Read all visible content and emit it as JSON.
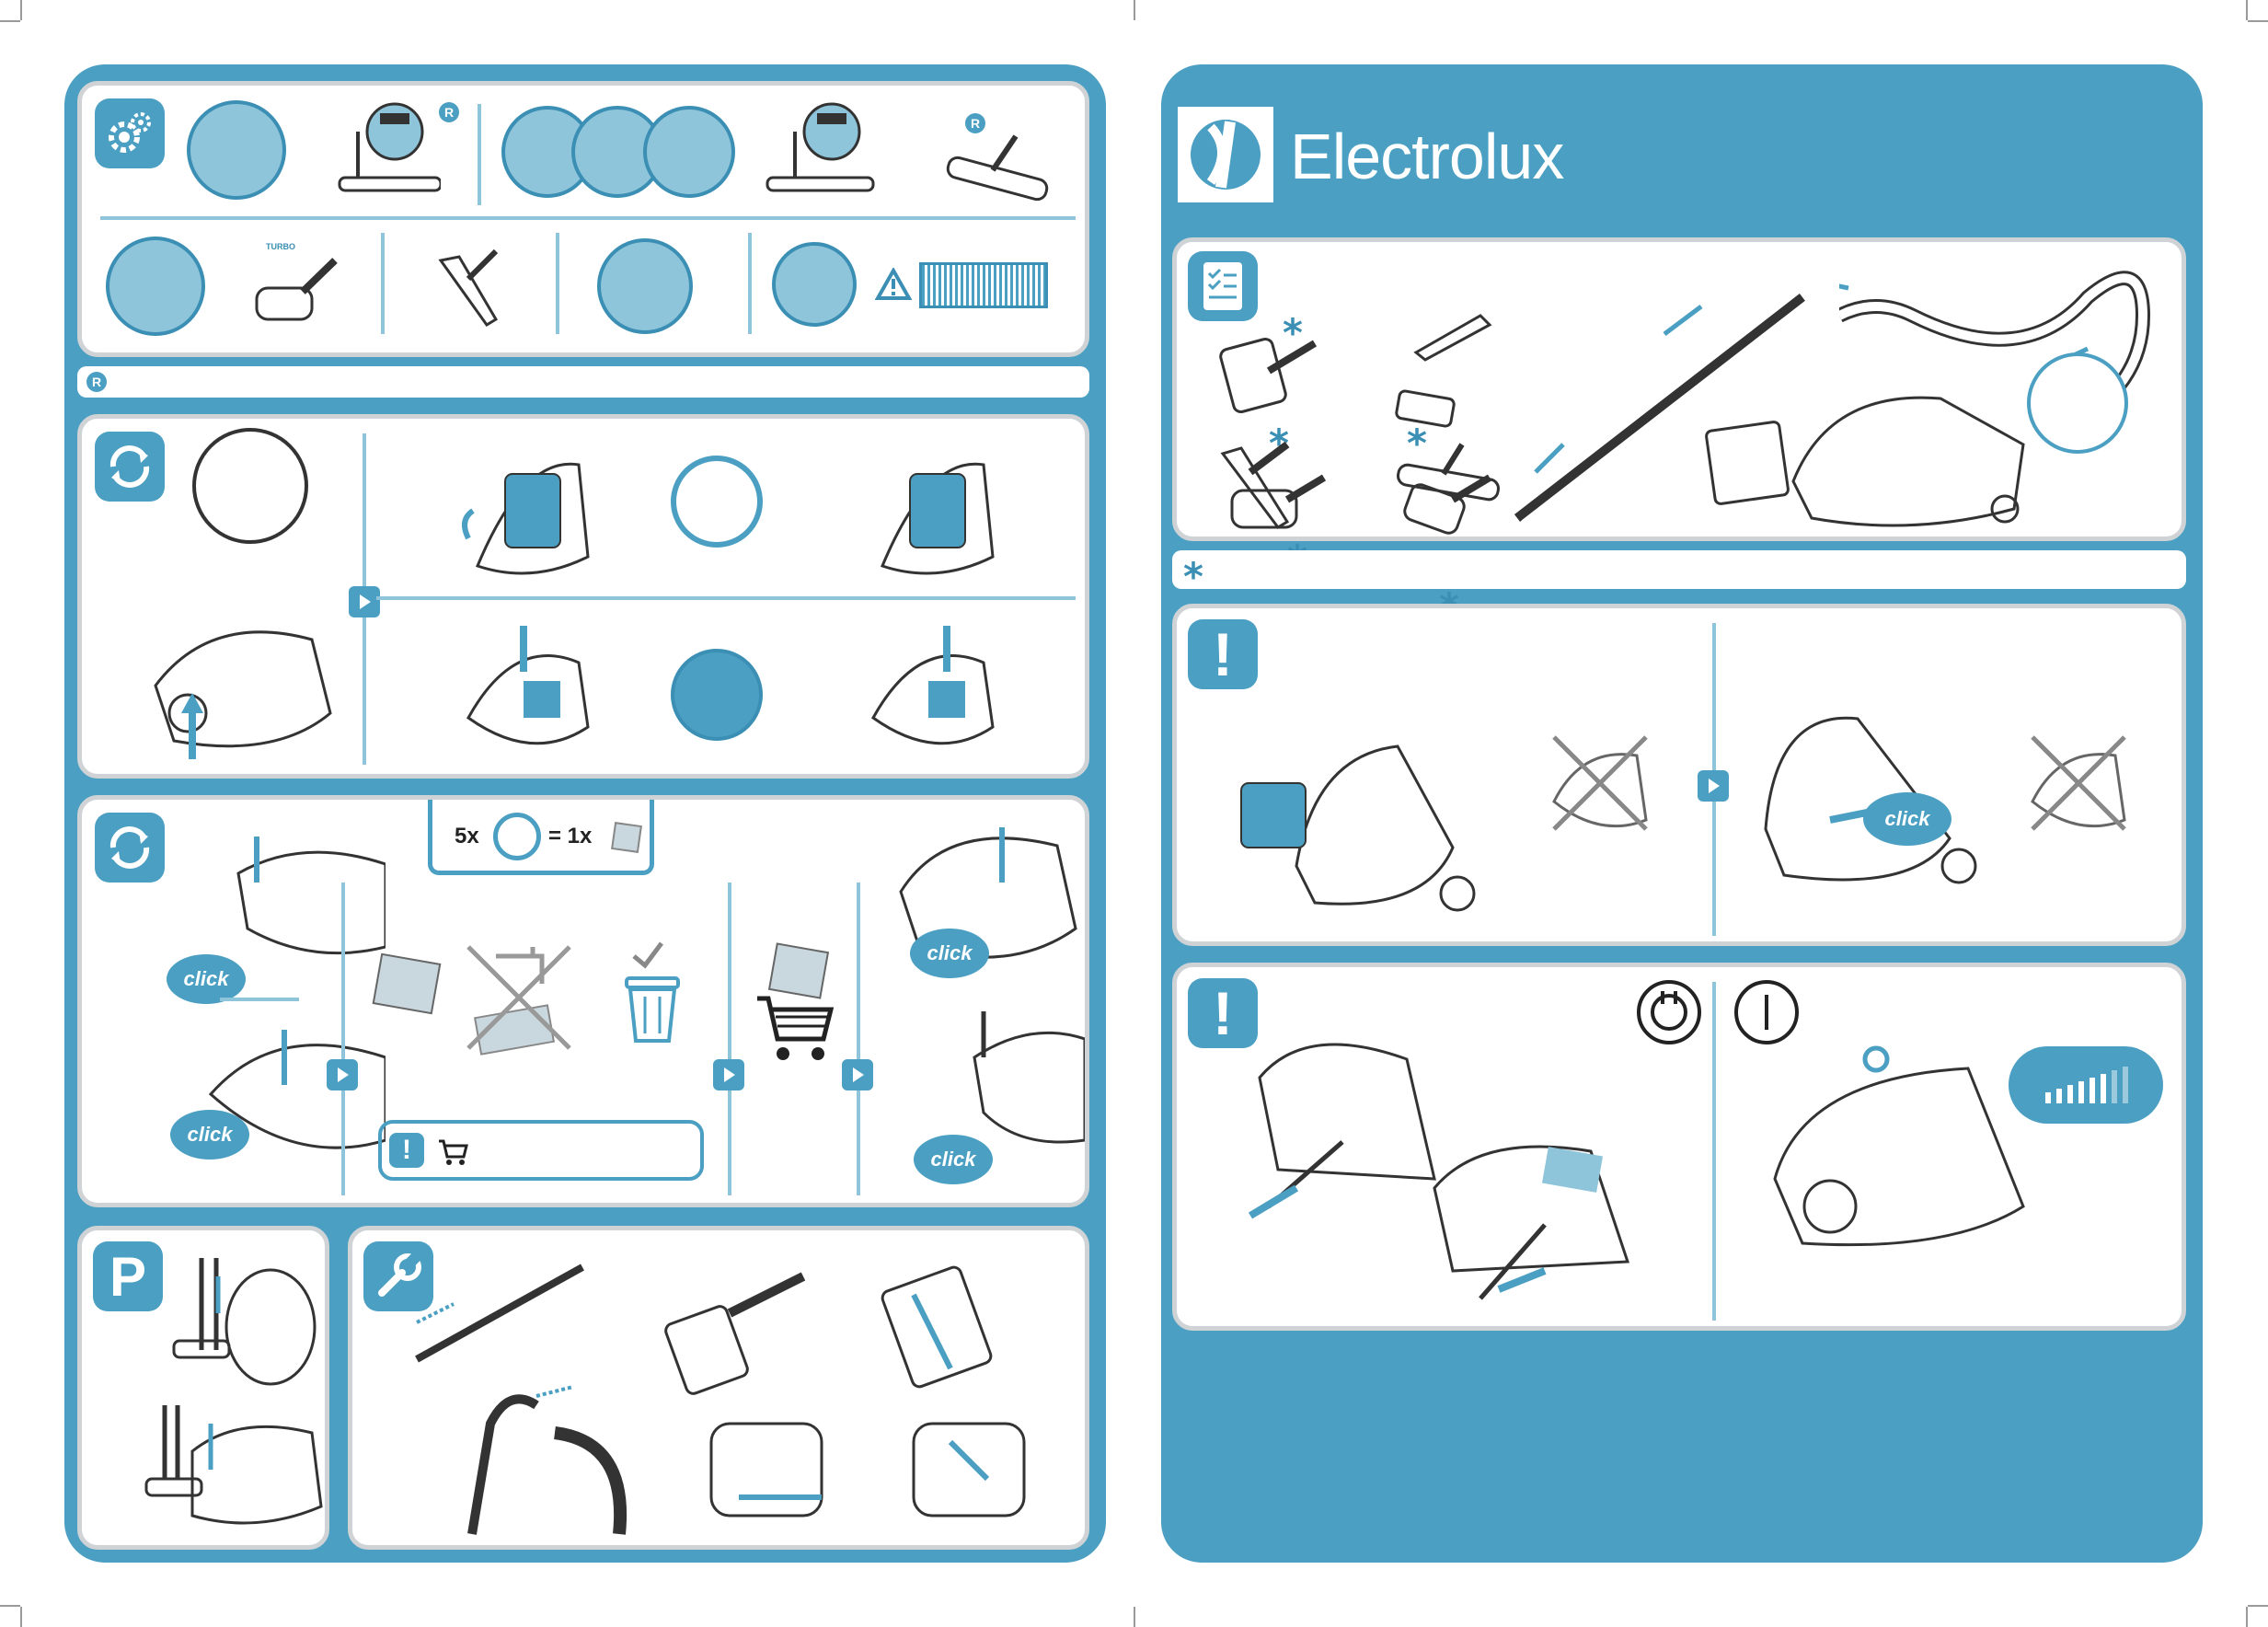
{
  "brand": {
    "name": "Electrolux",
    "color": "#4a9fc2",
    "logo_icon": "electrolux-logo-icon"
  },
  "colors": {
    "panel": "#4a9fc2",
    "card_border": "#cfd3d6",
    "accent_light": "#8ec5da",
    "accent_dark": "#3b8fb4"
  },
  "icons": {
    "settings": "gear-icon",
    "replace_bag": "refresh-icon",
    "replace_filter": "refresh-icon",
    "parking": "parking-icon",
    "maintenance": "wrench-icon",
    "checklist": "checklist-icon",
    "warning": "exclamation-icon",
    "warning_triangle": "warning-triangle-icon",
    "plug": "plug-icon",
    "power": "power-icon",
    "cart": "cart-icon",
    "trash": "trash-icon",
    "next": "next-arrow-icon"
  },
  "marks": {
    "registered": "R",
    "asterisk": "*"
  },
  "labels": {
    "click": "click",
    "turbo": "TURBO",
    "parking": "P",
    "filter_ratio_left": "5x",
    "filter_ratio_right": "= 1x"
  },
  "controls": {
    "suction_power_level": 0.8
  }
}
